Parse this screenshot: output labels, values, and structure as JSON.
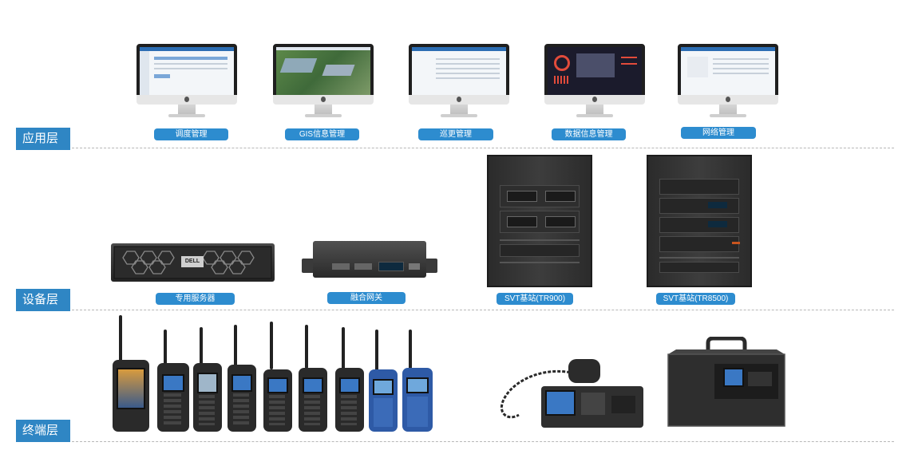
{
  "layers": {
    "application": "应用层",
    "device": "设备层",
    "terminal": "终端层"
  },
  "applications": [
    "调度管理",
    "GIS信息管理",
    "巡更管理",
    "数据信息管理",
    "网络管理"
  ],
  "devices": [
    "专用服务器",
    "融合网关",
    "SVT基站(TR900)",
    "SVT基站(TR8500)"
  ],
  "server_brand": "DELL",
  "colors": {
    "label_bg": "#2f86c4",
    "tag_bg": "#2d8ccf",
    "divider": "#b7b7b7"
  }
}
